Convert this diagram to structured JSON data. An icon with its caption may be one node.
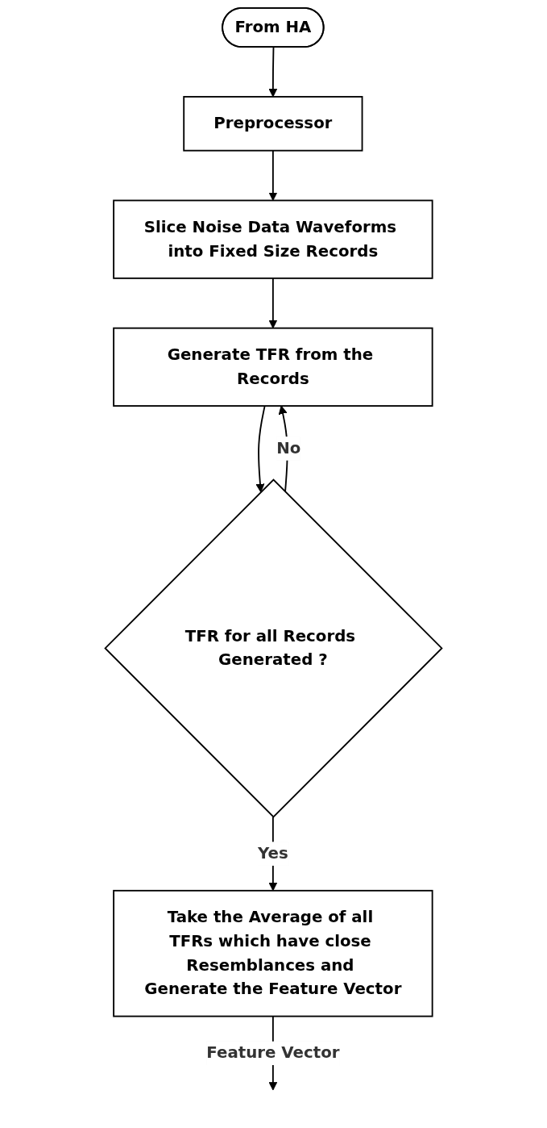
{
  "diagram": {
    "nodes": [
      {
        "text": [
          "From HA"
        ]
      },
      {
        "text": [
          "Preprocessor"
        ]
      },
      {
        "text": [
          "Slice Noise Data Waveforms into Fixed Size Records"
        ]
      },
      {
        "text": [
          "Generate TFR from the Records"
        ]
      },
      {
        "text": [
          "TFR for all Records Generated ?"
        ]
      },
      {
        "text": [
          "Take the Average of all TFRs which have close Resemblances and Generate the Feature Vector"
        ]
      }
    ],
    "edges": [
      {
        "from": 0,
        "to": 1,
        "arrow": "to"
      },
      {
        "from": 1,
        "to": 2,
        "arrow": "to"
      },
      {
        "from": 2,
        "to": 3,
        "arrow": "to"
      },
      {
        "from": 3,
        "to": 4,
        "arrow": "to"
      },
      {
        "from": 4,
        "to": 3,
        "arrow": "to",
        "label": "No"
      },
      {
        "from": 4,
        "to": 5,
        "arrow": "to",
        "label": "Yes"
      },
      {
        "from": 5,
        "to": null,
        "arrow": "to",
        "label": "Feature Vector"
      }
    ]
  }
}
